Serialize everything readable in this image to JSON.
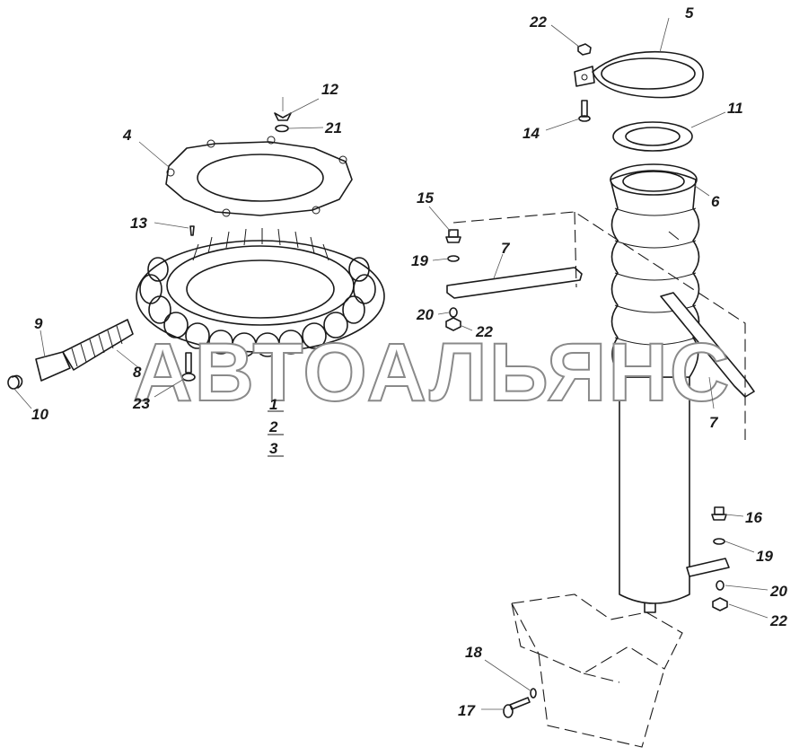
{
  "watermark": "АВТОАЛЬЯНС",
  "labels": {
    "l1": "1",
    "l2": "2",
    "l3": "3",
    "l4": "4",
    "l5": "5",
    "l6": "6",
    "l7a": "7",
    "l7b": "7",
    "l8": "8",
    "l9": "9",
    "l10": "10",
    "l11": "11",
    "l12": "12",
    "l13": "13",
    "l14": "14",
    "l15": "15",
    "l16": "16",
    "l17": "17",
    "l18": "18",
    "l19a": "19",
    "l19b": "19",
    "l20a": "20",
    "l20b": "20",
    "l21": "21",
    "l22a": "22",
    "l22b": "22",
    "l22c": "22",
    "l23": "23"
  }
}
